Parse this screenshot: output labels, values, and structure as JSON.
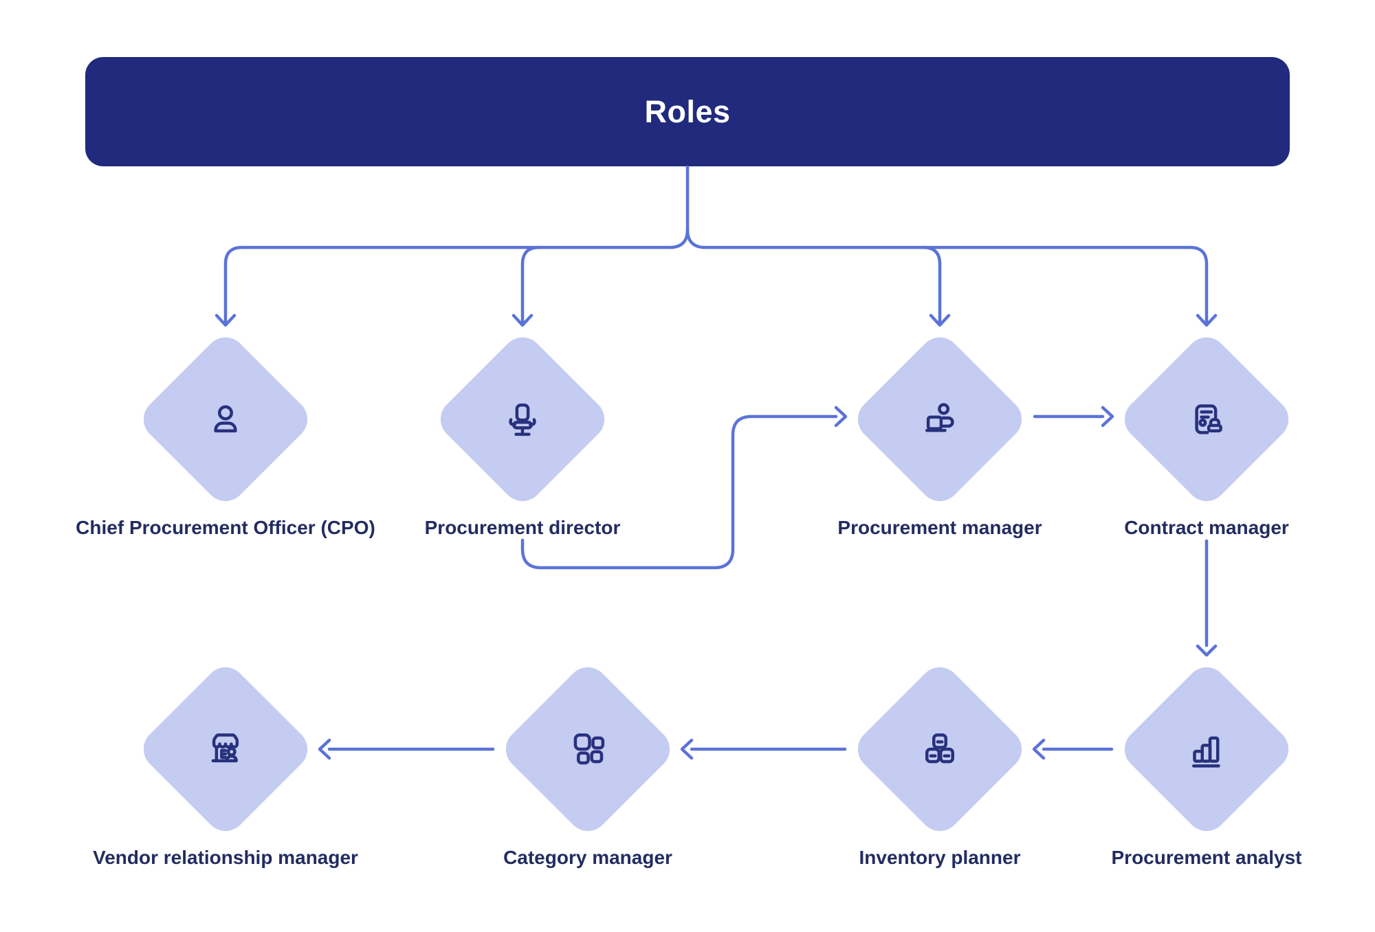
{
  "diagram": {
    "title": "Roles",
    "nodes": [
      {
        "label": "Chief Procurement Officer (CPO)",
        "icon": "user-icon"
      },
      {
        "label": "Procurement director",
        "icon": "office-chair-icon"
      },
      {
        "label": "Procurement manager",
        "icon": "person-at-laptop-icon"
      },
      {
        "label": "Contract manager",
        "icon": "contract-stamp-icon"
      },
      {
        "label": "Vendor relationship manager",
        "icon": "storefront-person-icon"
      },
      {
        "label": "Category manager",
        "icon": "grid-tiles-icon"
      },
      {
        "label": "Inventory planner",
        "icon": "stacked-boxes-icon"
      },
      {
        "label": "Procurement analyst",
        "icon": "bar-chart-icon"
      }
    ],
    "edges": [
      {
        "from": "Roles",
        "to": "Chief Procurement Officer (CPO)"
      },
      {
        "from": "Roles",
        "to": "Procurement director"
      },
      {
        "from": "Roles",
        "to": "Procurement manager"
      },
      {
        "from": "Roles",
        "to": "Contract manager"
      },
      {
        "from": "Procurement director",
        "to": "Procurement manager"
      },
      {
        "from": "Procurement manager",
        "to": "Contract manager"
      },
      {
        "from": "Contract manager",
        "to": "Procurement analyst"
      },
      {
        "from": "Procurement analyst",
        "to": "Inventory planner"
      },
      {
        "from": "Inventory planner",
        "to": "Category manager"
      },
      {
        "from": "Category manager",
        "to": "Vendor relationship manager"
      }
    ],
    "colors": {
      "header_bg": "#212a7c",
      "header_text": "#ffffff",
      "diamond_fill": "#c5ccf1",
      "icon_stroke": "#28317d",
      "arrow_stroke": "#5b73d8",
      "label_text": "#232c60"
    }
  }
}
